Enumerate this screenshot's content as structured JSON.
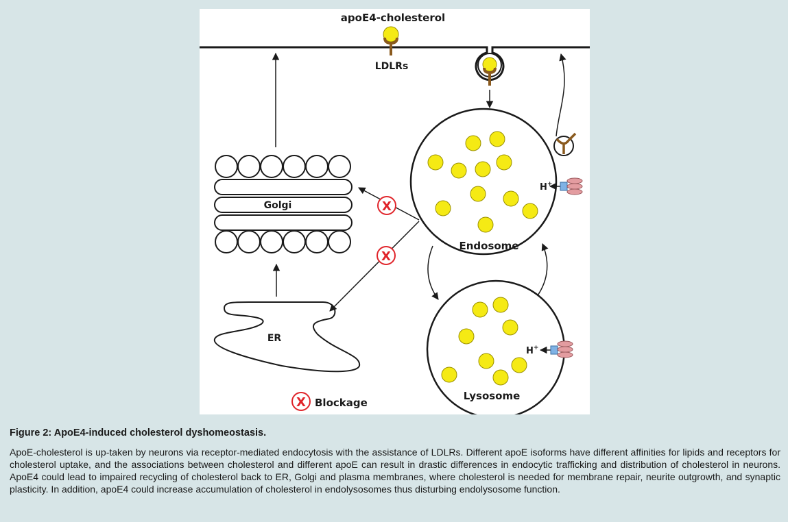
{
  "figure": {
    "labels": {
      "apoe4_cholesterol": "apoE4-cholesterol",
      "ldlrs": "LDLRs",
      "golgi": "Golgi",
      "er": "ER",
      "endosome": "Endosome",
      "lysosome": "Lysosome",
      "hplus": "H",
      "hplus_sup": "+",
      "blockage": "Blockage",
      "blockage_mark": "X"
    },
    "colors": {
      "cholesterol": "#f5ea14",
      "receptor": "#8a5a1e",
      "pump_blue": "#7fb2e5",
      "pump_pink": "#e39ca0",
      "blockage_red": "#e0242a"
    }
  },
  "caption": {
    "title": "Figure 2: ApoE4-induced cholesterol dyshomeostasis.",
    "body": "ApoE-cholesterol is up-taken by neurons via receptor-mediated endocytosis with the assistance of LDLRs. Different apoE isoforms have different affinities for lipids and receptors for cholesterol uptake, and the associations between cholesterol and different apoE can result in drastic differences in endocytic trafficking and distribution of cholesterol in neurons. ApoE4 could lead to impaired recycling of cholesterol back to ER, Golgi and plasma membranes, where cholesterol is needed for membrane repair, neurite outgrowth, and synaptic plasticity. In addition, apoE4 could increase accumulation of cholesterol in endolysosomes thus disturbing endolysosome function."
  }
}
